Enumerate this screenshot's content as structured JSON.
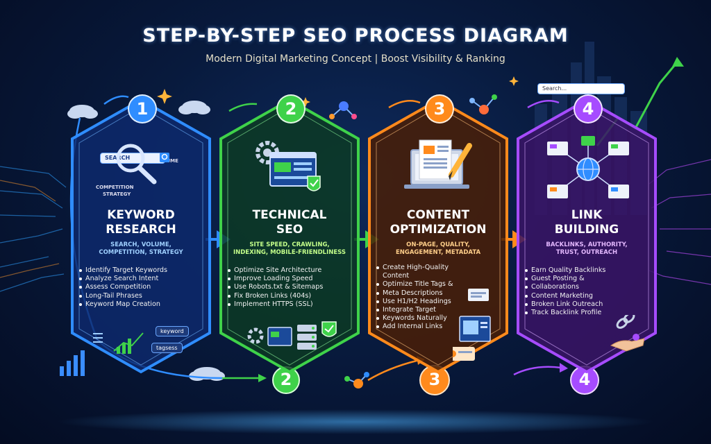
{
  "title": "STEP-BY-STEP SEO PROCESS DIAGRAM",
  "subtitle": "Modern Digital Marketing Concept | Boost Visibility & Ranking",
  "colors": {
    "step1": "#2f8dff",
    "step2": "#3fd24a",
    "step3": "#ff8a1c",
    "step4": "#a64cff"
  },
  "steps": [
    {
      "number": "1",
      "heading_line1": "KEYWORD",
      "heading_line2": "RESEARCH",
      "tagline_line1": "SEARCH, VOLUME,",
      "tagline_line2": "COMPETITION, STRATEGY",
      "items": [
        "Identify Target Keywords",
        "Analyze Search Intent",
        "Assess Competition",
        "Long-Tail Phrases",
        "Keyword Map Creation"
      ],
      "illustration": {
        "search_label": "SEARCH",
        "volume_label": "VOLUME",
        "competition_label": "COMPETITION",
        "strategy_label": "STRATEGY",
        "chip1": "keyword",
        "chip2": "tagsess",
        "icon": "magnifier-icon"
      }
    },
    {
      "number": "2",
      "heading_line1": "TECHNICAL",
      "heading_line2": "SEO",
      "tagline_line1": "SITE SPEED, CRAWLING,",
      "tagline_line2": "INDEXING, MOBILE-FRIENDLINESS",
      "items": [
        "Optimize Site Architecture",
        "Improve Loading Speed",
        "Use Robots.txt & Sitemaps",
        "Fix Broken Links (404s)",
        "Implement HTTPS (SSL)"
      ],
      "illustration": {
        "icon": "gear-window-icon"
      }
    },
    {
      "number": "3",
      "heading_line1": "CONTENT",
      "heading_line2": "OPTIMIZATION",
      "tagline_line1": "ON-PAGE, QUALITY,",
      "tagline_line2": "ENGAGEMENT, METADATA",
      "items": [
        "Create High-Quality Content",
        "Optimize Title Tags &",
        "Meta Descriptions",
        "Use H1/H2 Headings",
        "Integrate Target",
        "Keywords Naturally",
        "Add Internal Links"
      ],
      "illustration": {
        "icon": "laptop-pencil-icon"
      }
    },
    {
      "number": "4",
      "heading_line1": "LINK",
      "heading_line2": "BUILDING",
      "tagline_line1": "BACKLINKS, AUTHORITY,",
      "tagline_line2": "TRUST, OUTREACH",
      "items": [
        "Earn Quality Backlinks",
        "Guest Posting &",
        "Collaborations",
        "Content Marketing",
        "Broken Link Outreach",
        "Track Backlink Profile"
      ],
      "illustration": {
        "icon": "globe-network-icon",
        "search_placeholder": "Search..."
      }
    }
  ],
  "bottom_badges": [
    "2",
    "3",
    "4"
  ]
}
